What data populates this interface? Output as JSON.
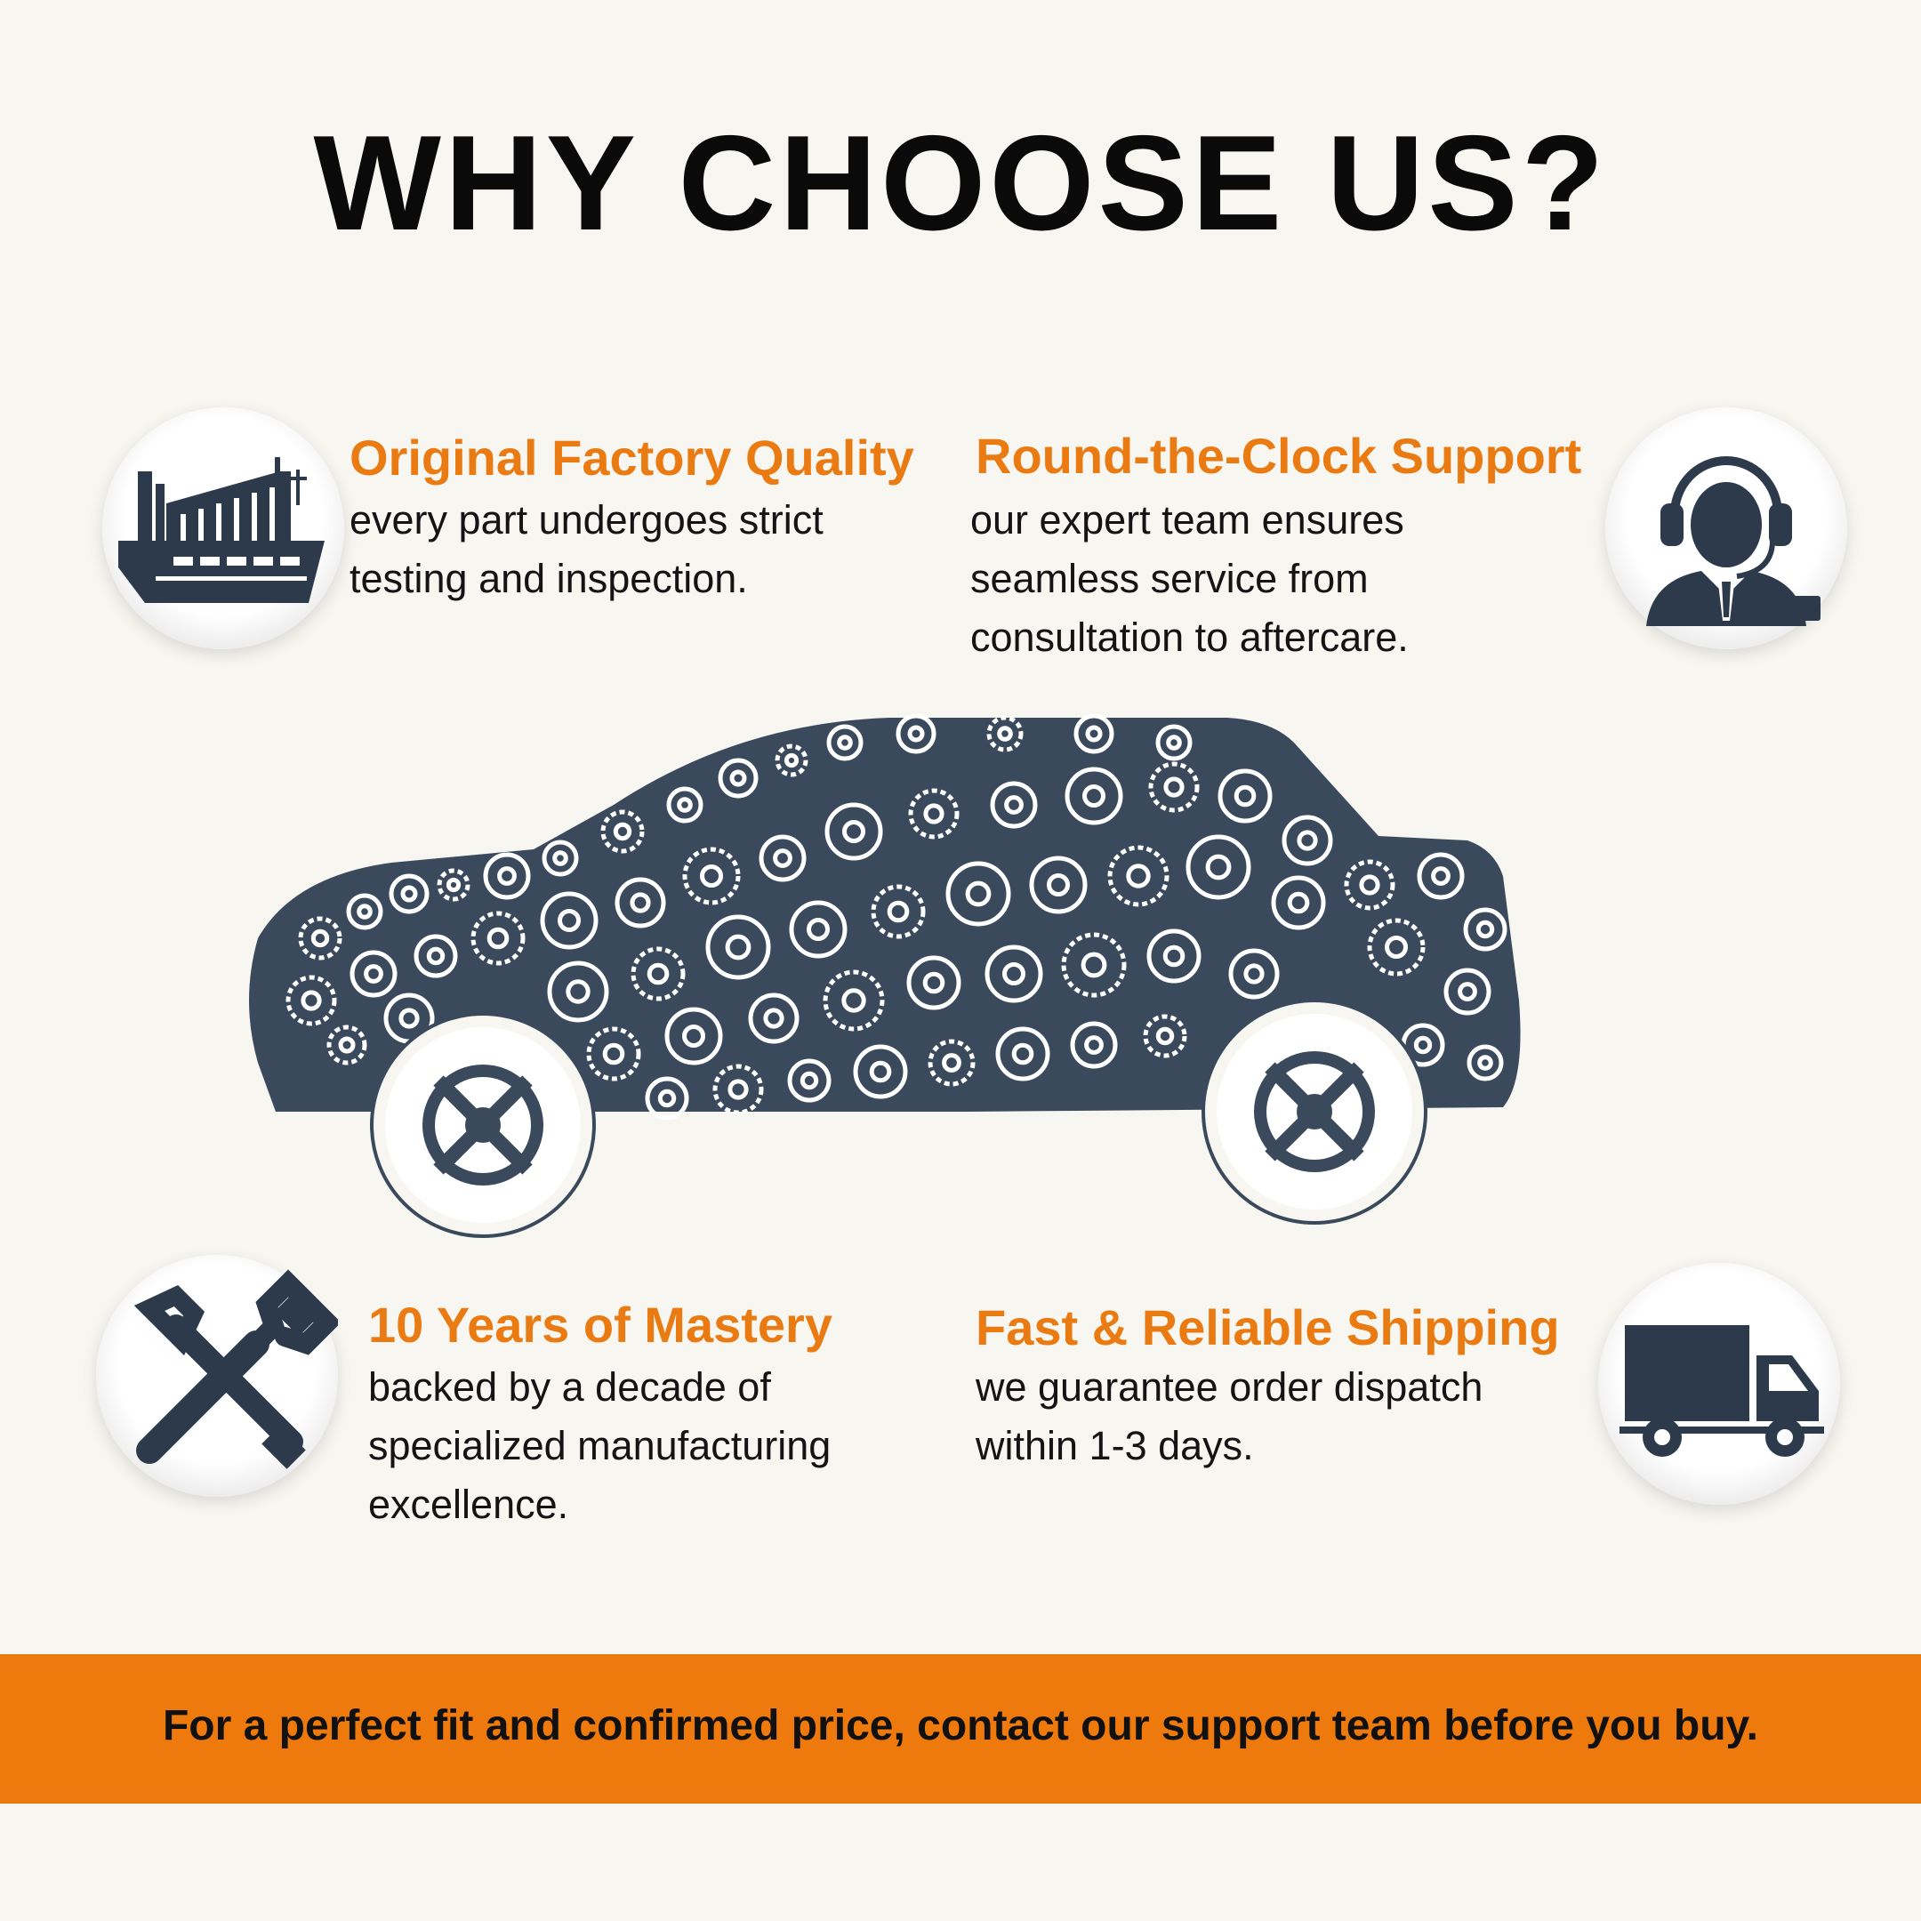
{
  "page": {
    "title": "WHY CHOOSE US?"
  },
  "colors": {
    "accent": "#ea7a12",
    "banner": "#ee7a0e",
    "icon": "#2c3a4c",
    "background": "#f8f6f1"
  },
  "features": [
    {
      "icon": "factory-icon",
      "title": "Original Factory Quality",
      "lines": [
        "every part undergoes strict",
        "testing and inspection."
      ]
    },
    {
      "icon": "support-agent-icon",
      "title": "Round-the-Clock Support",
      "lines": [
        "our expert team ensures",
        "seamless service from",
        "consultation to aftercare."
      ]
    },
    {
      "icon": "tools-icon",
      "title": "10 Years of Mastery",
      "lines": [
        "backed by a decade of",
        "specialized manufacturing",
        "excellence."
      ]
    },
    {
      "icon": "truck-icon",
      "title": "Fast & Reliable Shipping",
      "lines": [
        "we guarantee order dispatch",
        "within 1-3 days."
      ]
    }
  ],
  "center_image": {
    "icon": "gear-car-illustration"
  },
  "banner": {
    "text": "For a perfect fit and confirmed price, contact our support team before you buy."
  }
}
